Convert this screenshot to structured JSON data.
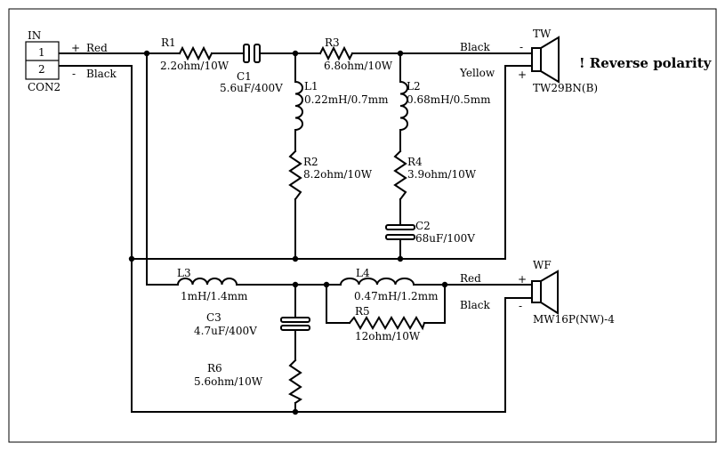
{
  "connector": {
    "ref": "IN",
    "part": "CON2",
    "pin1": "1",
    "pin2": "2",
    "plus": "+",
    "minus": "-",
    "wire1": "Red",
    "wire2": "Black"
  },
  "tweeter": {
    "ref": "TW",
    "model": "TW29BN(B)",
    "wire_neg": "Black",
    "wire_pos": "Yellow",
    "neg_sign": "-",
    "pos_sign": "+",
    "note": "! Reverse polarity"
  },
  "woofer": {
    "ref": "WF",
    "model": "MW16P(NW)-4",
    "wire_pos": "Red",
    "wire_neg": "Black",
    "pos_sign": "+",
    "neg_sign": "-"
  },
  "components": {
    "R1": {
      "ref": "R1",
      "value": "2.2ohm/10W"
    },
    "C1": {
      "ref": "C1",
      "value": "5.6uF/400V"
    },
    "R3": {
      "ref": "R3",
      "value": "6.8ohm/10W"
    },
    "L1": {
      "ref": "L1",
      "value": "0.22mH/0.7mm"
    },
    "L2": {
      "ref": "L2",
      "value": "0.68mH/0.5mm"
    },
    "R2": {
      "ref": "R2",
      "value": "8.2ohm/10W"
    },
    "R4": {
      "ref": "R4",
      "value": "3.9ohm/10W"
    },
    "C2": {
      "ref": "C2",
      "value": "68uF/100V"
    },
    "L3": {
      "ref": "L3",
      "value": "1mH/1.4mm"
    },
    "L4": {
      "ref": "L4",
      "value": "0.47mH/1.2mm"
    },
    "R5": {
      "ref": "R5",
      "value": "12ohm/10W"
    },
    "C3": {
      "ref": "C3",
      "value": "4.7uF/400V"
    },
    "R6": {
      "ref": "R6",
      "value": "5.6ohm/10W"
    }
  }
}
